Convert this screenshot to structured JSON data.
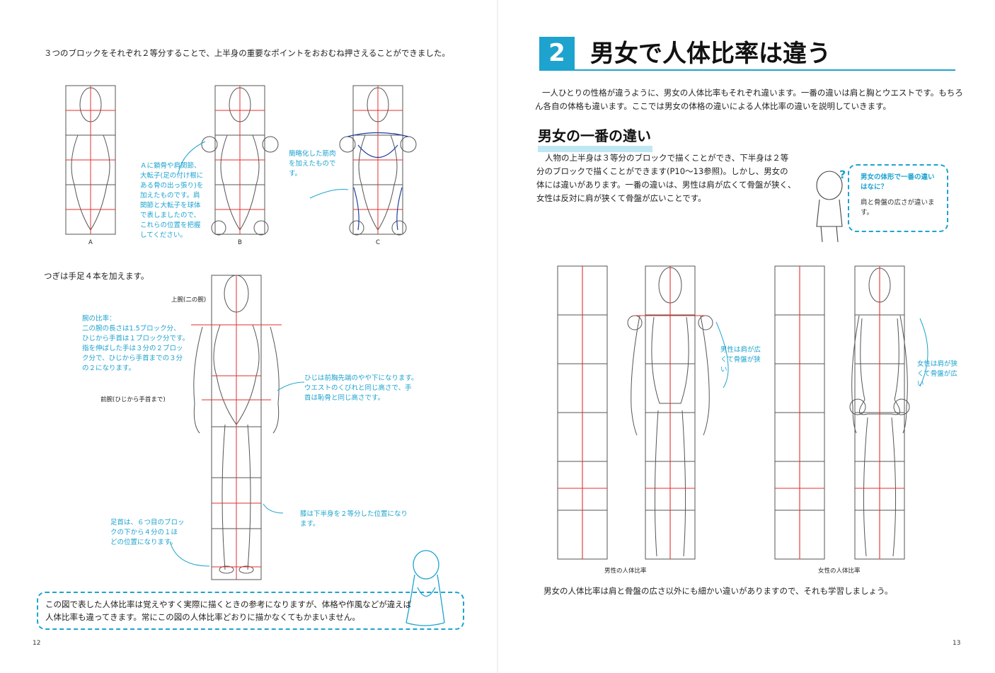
{
  "left_page": {
    "intro": "３つのブロックをそれぞれ２等分することで、上半身の重要なポイントをおおむね押さえることができました。",
    "captions": [
      "A",
      "B",
      "C"
    ],
    "note_a": "Ａに鎖骨や肩関節、\n大転子(足の付け根に\nある骨の出っ張り)を\n加えたものです。肩\n関節と大転子を球体\nで表しましたので、\nこれらの位置を把握\nしてください。",
    "note_c": "簡略化した筋肉\nを加えたもので\nす。",
    "limbs_intro": "つぎは手足４本を加えます。",
    "label_upper_arm": "上腕(二の腕)",
    "note_arm_ratio": "腕の比率：\n二の腕の長さは1.5ブロック分、\nひじから手首は１ブロック分です。\n指を伸ばした手は３分の２ブロッ\nク分で、ひじから手首までの３分\nの２になります。",
    "label_forearm": "前腕(ひじから手首まで)",
    "note_elbow": "ひじは前胸先端のやや下になります。\nウエストのくびれと同じ高さで、手\n首は恥骨と同じ高さです。",
    "note_knee": "膝は下半身を２等分した位置になり\nます。",
    "note_ankle": "足首は、６つ目のブロッ\nクの下から４分の１ほ\nどの位置になります。",
    "box_text_1": "この図で表した人体比率は覚えやすく実際に描くときの参考になりますが、体格や作風などが違えば",
    "box_text_2": "人体比率も違ってきます。常にこの図の人体比率どおりに描かなくてもかまいません。",
    "page_number": "12"
  },
  "right_page": {
    "section_number": "2",
    "title": "男女で人体比率は違う",
    "intro_line1": "一人ひとりの性格が違うように、男女の人体比率もそれぞれ違います。一番の違いは肩と胸とウエストです。もちろ",
    "intro_line2": "ん各自の体格も違います。ここでは男女の体格の違いによる人体比率の違いを説明していきます。",
    "subtitle": "男女の一番の違い",
    "body_lines": [
      "人物の上半身は３等分のブロックで描くことができ、下半身は２等",
      "分のブロックで描くことができます(P10～13参照)。しかし、男女の",
      "体には違いがあります。一番の違いは、男性は肩が広くて骨盤が狭く、",
      "女性は反対に肩が狭くて骨盤が広いことです。"
    ],
    "qa_question": "男女の体形で一番の違い\nはなに？",
    "qa_answer": "肩と骨盤の広さが違いま\nす。",
    "note_male": "男性は肩が広\nくて骨盤が狭\nい",
    "note_female": "女性は肩が狭\nくて骨盤が広\nい",
    "caption_male": "男性の人体比率",
    "caption_female": "女性の人体比率",
    "closing": "男女の人体比率は肩と骨盤の広さ以外にも細かい違いがありますので、それも学習しましょう。",
    "page_number": "13"
  },
  "colors": {
    "accent": "#1ea3cf",
    "guide_red": "#e0312f",
    "sketch": "#555555"
  }
}
